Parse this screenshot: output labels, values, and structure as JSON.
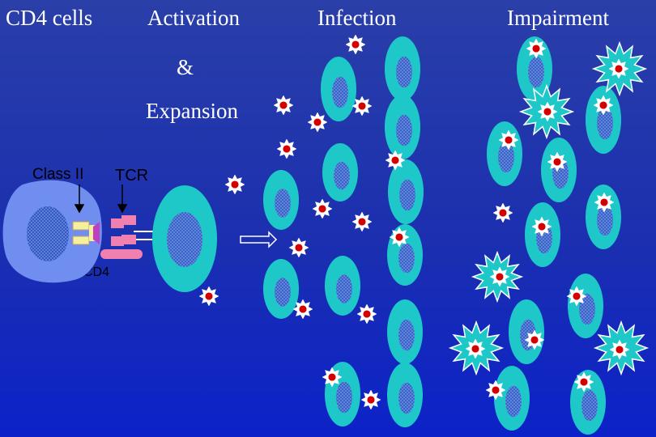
{
  "headers": {
    "cd4_cells": "CD4 cells",
    "activation": "Activation",
    "ampersand": "&",
    "expansion": "Expansion",
    "infection": "Infection",
    "impairment": "Impairment"
  },
  "labels": {
    "class_ii": "Class II",
    "tcr": "TCR",
    "cd4": "CD4"
  },
  "colors": {
    "background": "#1b2fb0",
    "cell": "#1ec8c8",
    "nucleus": "#3a63c8",
    "apc_cell": "#6f8ef0",
    "virus": "#ffffff",
    "virus_core": "#d40000",
    "receptor_pink": "#f080b0",
    "receptor_yellow": "#f5f0a0"
  },
  "icons": {
    "virion": "star-virus-icon",
    "impaired_cell": "burst-cell-icon",
    "arrow": "right-arrow-icon"
  }
}
